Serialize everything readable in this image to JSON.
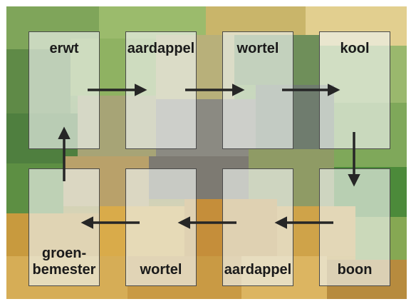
{
  "diagram": {
    "top_row": [
      "erwt",
      "aardappel",
      "wortel",
      "kool"
    ],
    "bottom_row": [
      "groen-\nbemester",
      "wortel",
      "aardappel",
      "boon"
    ]
  },
  "colors": {
    "arrow": "#262626",
    "box_fill": "#ecf0ec",
    "box_border": "#4a4a4a"
  }
}
